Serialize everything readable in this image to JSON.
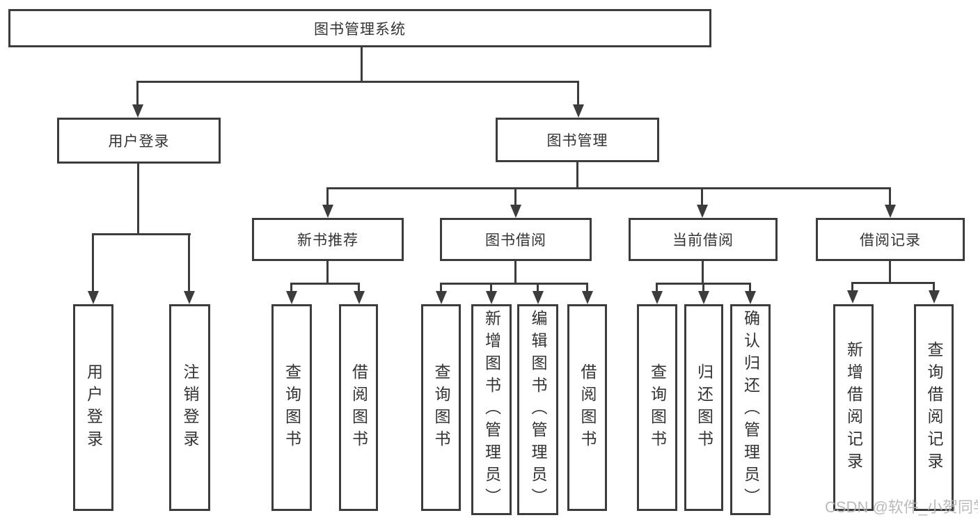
{
  "colors": {
    "line": "#3c3c3c",
    "text": "#333333",
    "watermark": "#b3b3b3",
    "background": "#ffffff"
  },
  "watermark": {
    "text": "CSDN @软件_小贺同学"
  },
  "tree": {
    "root": {
      "label": "图书管理系统"
    },
    "branches": [
      {
        "label": "用户登录",
        "children": [
          {
            "label": "用户登录"
          },
          {
            "label": "注销登录"
          }
        ]
      },
      {
        "label": "图书管理",
        "children": [
          {
            "label": "新书推荐",
            "children": [
              {
                "label": "查询图书"
              },
              {
                "label": "借阅图书"
              }
            ]
          },
          {
            "label": "图书借阅",
            "children": [
              {
                "label": "查询图书"
              },
              {
                "label": "新增图书（管理员）"
              },
              {
                "label": "编辑图书（管理员）"
              },
              {
                "label": "借阅图书"
              }
            ]
          },
          {
            "label": "当前借阅",
            "children": [
              {
                "label": "查询图书"
              },
              {
                "label": "归还图书"
              },
              {
                "label": "确认归还（管理员）"
              }
            ]
          },
          {
            "label": "借阅记录",
            "children": [
              {
                "label": "新增借阅记录"
              },
              {
                "label": "查询借阅记录"
              }
            ]
          }
        ]
      }
    ]
  }
}
